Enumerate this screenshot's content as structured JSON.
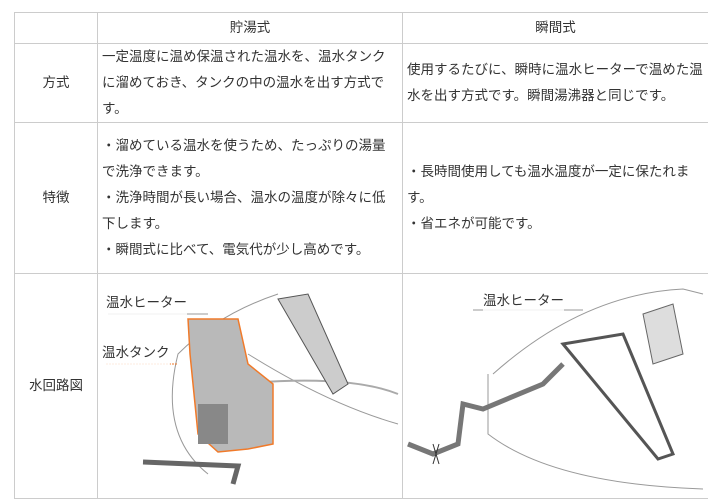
{
  "header": {
    "col0": "",
    "col1": "貯湯式",
    "col2": "瞬間式"
  },
  "rows": [
    {
      "label": "方式",
      "storage": "一定温度に温め保温された温水を、温水タンクに溜めておき、タンクの中の温水を出す方式です。",
      "instant": "使用するたびに、瞬時に温水ヒーターで温めた温水を出す方式です。瞬間湯沸器と同じです。"
    },
    {
      "label": "特徴",
      "storage_items": [
        "・溜めている温水を使うため、たっぷりの湯量で洗浄できます。",
        "・洗浄時間が長い場合、温水の温度が除々に低下します。",
        "・瞬間式に比べて、電気代が少し高めです。"
      ],
      "instant_items": [
        "・長時間使用しても温水温度が一定に保たれます。",
        "・省エネが可能です。"
      ]
    },
    {
      "label": "水回路図",
      "storage_labels": {
        "heater": "温水ヒーター",
        "tank": "温水タンク"
      },
      "instant_labels": {
        "heater": "温水ヒーター"
      }
    }
  ],
  "colors": {
    "tank_outline": "#f07a2a",
    "tank_fill": "#b9b9b9",
    "border": "#cccccc"
  }
}
